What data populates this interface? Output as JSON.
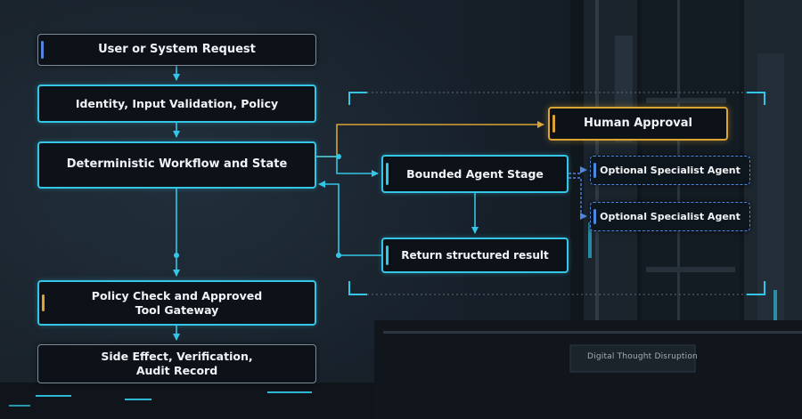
{
  "diagram": {
    "nodes": {
      "user_request": "User or System Request",
      "identity": "Identity, Input Validation, Policy",
      "workflow": "Deterministic Workflow and State",
      "policy_check_line1": "Policy Check and Approved",
      "policy_check_line2": "Tool Gateway",
      "side_effect_line1": "Side Effect, Verification,",
      "side_effect_line2": "Audit Record",
      "human_approval": "Human Approval",
      "bounded_agent": "Bounded Agent Stage",
      "return_result": "Return structured result",
      "specialist_1": "Optional Specialist Agent",
      "specialist_2": "Optional Specialist Agent"
    }
  },
  "watermark": "Digital Thought Disruption",
  "colors": {
    "accent_cyan": "#33c6e6",
    "approval_gold": "#d9a431",
    "specialist_blue": "#4f86e0",
    "node_fill": "#0c1218"
  }
}
